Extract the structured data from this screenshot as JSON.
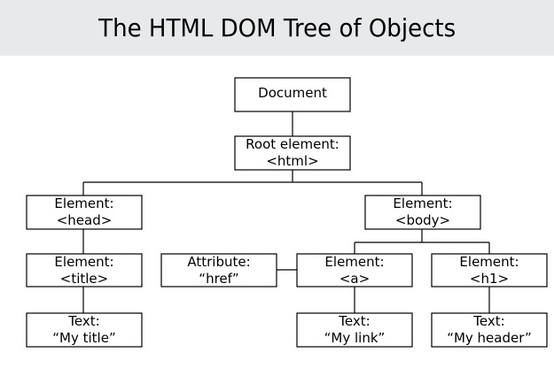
{
  "header": {
    "title": "The HTML DOM Tree of Objects"
  },
  "colors": {
    "header_bg": "#e7e9eb",
    "box_stroke": "#000000",
    "text": "#000000"
  },
  "nodes": {
    "document": {
      "line1": "Document"
    },
    "root": {
      "line1": "Root element:",
      "line2": "<html>"
    },
    "head": {
      "line1": "Element:",
      "line2": "<head>"
    },
    "body": {
      "line1": "Element:",
      "line2": "<body>"
    },
    "title": {
      "line1": "Element:",
      "line2": "<title>"
    },
    "attribute": {
      "line1": "Attribute:",
      "line2": "“href”"
    },
    "a": {
      "line1": "Element:",
      "line2": "<a>"
    },
    "h1": {
      "line1": "Element:",
      "line2": "<h1>"
    },
    "title_text": {
      "line1": "Text:",
      "line2": "“My title”"
    },
    "link_text": {
      "line1": "Text:",
      "line2": "“My link”"
    },
    "header_text": {
      "line1": "Text:",
      "line2": "“My header”"
    }
  }
}
